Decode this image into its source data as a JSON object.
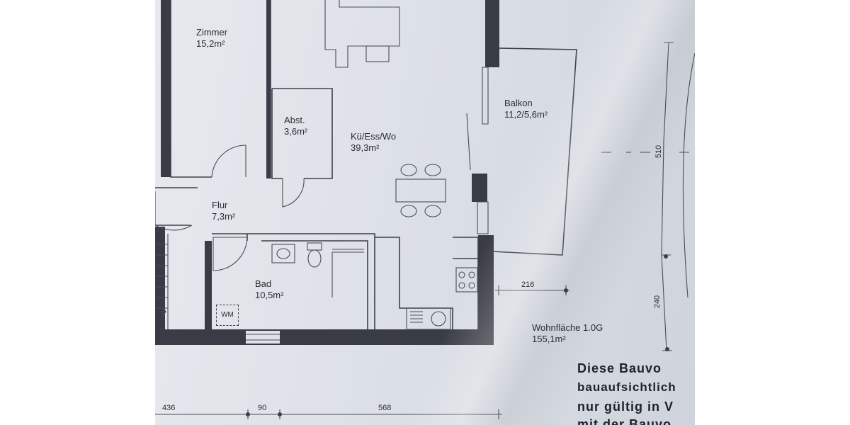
{
  "rooms": {
    "zimmer": {
      "name": "Zimmer",
      "area": "15,2m²"
    },
    "abst": {
      "name": "Abst.",
      "area": "3,6m²"
    },
    "kueche": {
      "name": "Kü/Ess/Wo",
      "area": "39,3m²"
    },
    "balkon": {
      "name": "Balkon",
      "area": "11,2/5,6m²"
    },
    "flur": {
      "name": "Flur",
      "area": "7,3m²"
    },
    "bad": {
      "name": "Bad",
      "area": "10,5m²"
    }
  },
  "wm_label": "WM",
  "wohnflaeche": {
    "label": "Wohnfläche 1.0G",
    "value": "155,1m²"
  },
  "dimensions": {
    "d436": "436",
    "d90": "90",
    "d568": "568",
    "d216": "216",
    "d240": "240",
    "d510": "510"
  },
  "notice_lines": [
    "Diese Bauvo",
    "bauaufsichtlich",
    "nur gültig in V",
    "mit der Bauvo"
  ]
}
